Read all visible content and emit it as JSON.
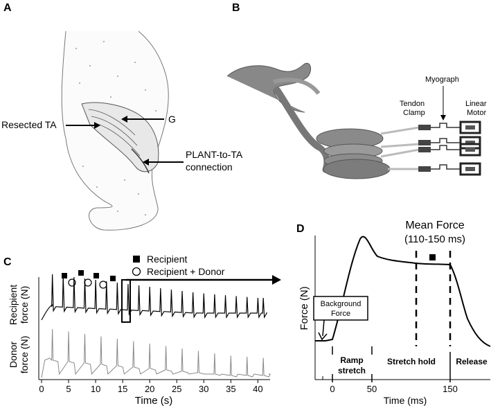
{
  "figure": {
    "panel_a": {
      "letter": "A",
      "labels": {
        "resected_ta": "Resected TA",
        "g": "G",
        "plant_to_ta": "PLANT-to-TA",
        "connection": "connection"
      }
    },
    "panel_b": {
      "letter": "B",
      "labels": {
        "tendon": "Tendon",
        "clamp": "Clamp",
        "myograph": "Myograph",
        "linear": "Linear",
        "motor": "Motor"
      }
    },
    "panel_c": {
      "letter": "C",
      "legend": {
        "recipient": "Recipient",
        "recipient_donor": "Recipient + Donor"
      },
      "ylabel_top_1": "Recipient",
      "ylabel_top_2": "force (N)",
      "ylabel_bottom_1": "Donor",
      "ylabel_bottom_2": "force (N)",
      "xlabel": "Time (s)",
      "xticks": [
        "0",
        "5",
        "10",
        "15",
        "20",
        "25",
        "30",
        "35",
        "40"
      ]
    },
    "panel_d": {
      "letter": "D",
      "title_1": "Mean Force",
      "title_2": "(110-150 ms)",
      "ylabel": "Force (N)",
      "box_1": "Background",
      "box_2": "Force",
      "phase_ramp_1": "Ramp",
      "phase_ramp_2": "stretch",
      "phase_hold": "Stretch hold",
      "phase_release": "Release",
      "xlabel": "Time (ms)",
      "xticks": [
        "0",
        "50",
        "150"
      ]
    }
  },
  "chart_data": [
    {
      "type": "line",
      "title": "",
      "xlabel": "Time (s)",
      "ylabel": "Recipient force (N)",
      "xlim": [
        0,
        42
      ],
      "series": [
        {
          "name": "",
          "description_points_x": [
            0,
            2,
            4,
            6,
            8,
            10,
            12,
            14,
            16,
            18,
            20,
            22,
            24,
            26,
            28,
            30,
            32,
            34,
            36,
            38,
            40,
            41
          ]
        }
      ]
    },
    {
      "type": "line",
      "title": "",
      "xlabel": "Time (s)",
      "ylabel": "Donor force (N)",
      "xlim": [
        0,
        42
      ],
      "series": [
        {
          "name": "",
          "description_points_x": [
            2,
            5,
            8,
            11,
            14,
            17,
            20,
            23,
            26,
            29,
            32,
            35,
            38,
            41
          ]
        }
      ]
    }
  ]
}
